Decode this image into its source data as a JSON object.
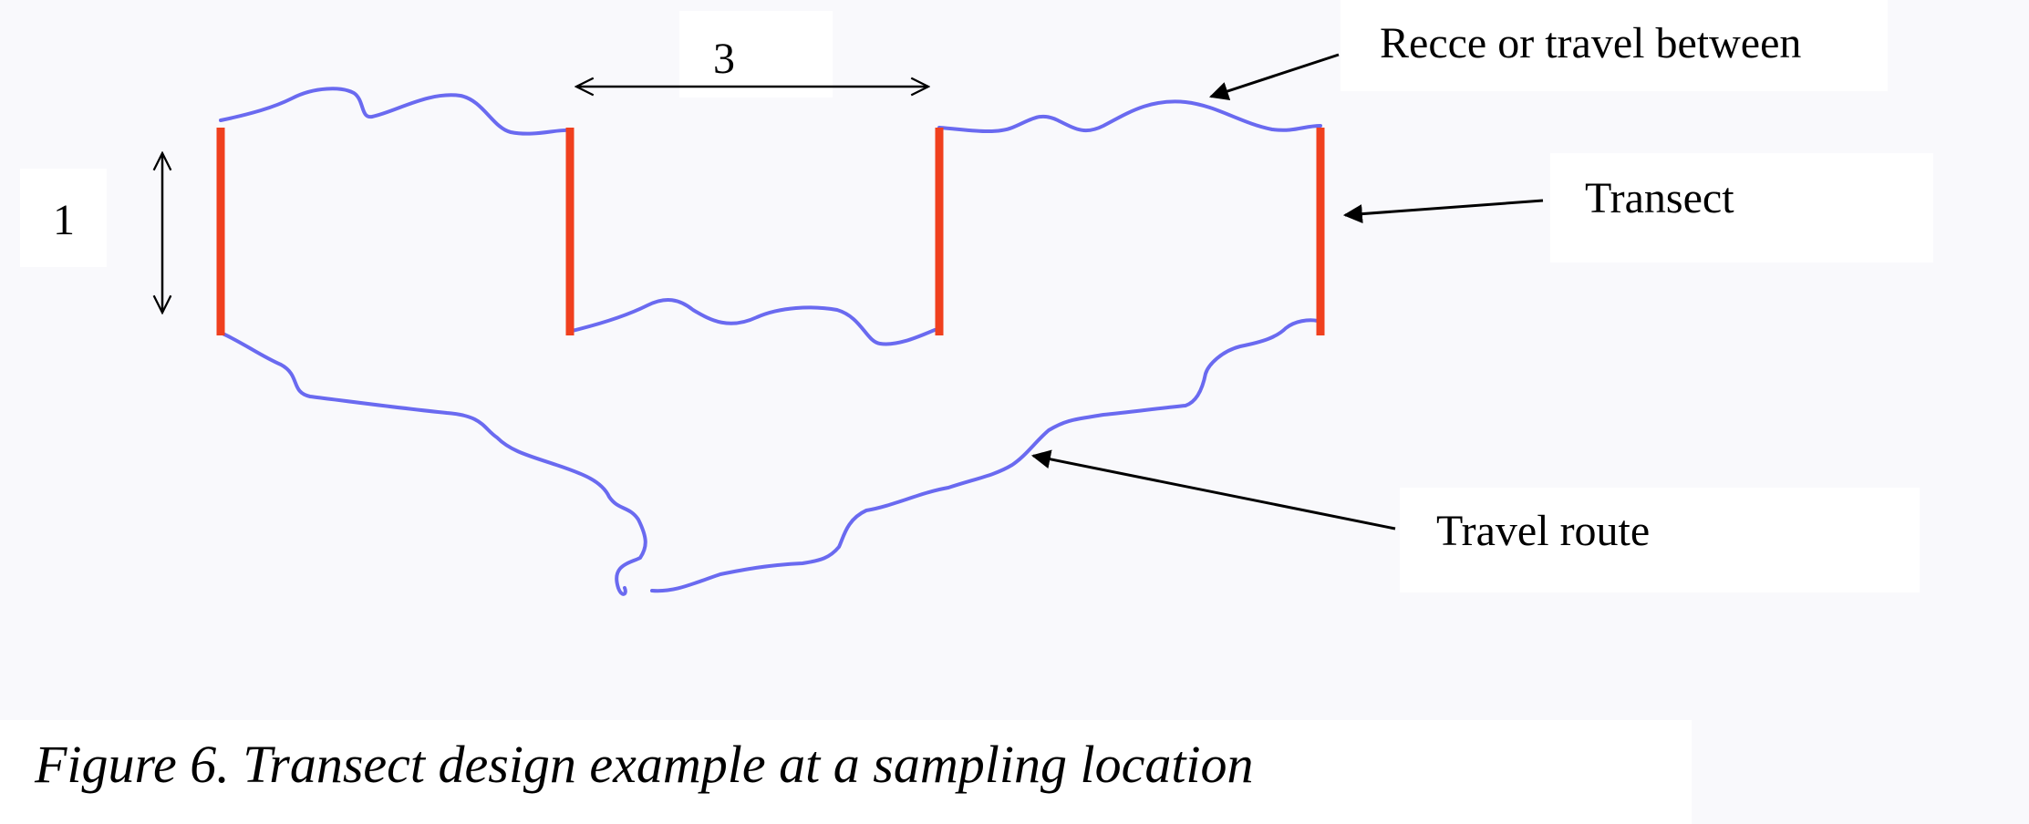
{
  "labels": {
    "recce": "Recce or travel between",
    "transect": "Transect",
    "travel_route": "Travel route",
    "dim_vertical": "1",
    "dim_horizontal": "3"
  },
  "caption": "Figure 6. Transect design example at a sampling location",
  "colors": {
    "transect": "#f0401e",
    "route": "#6a6af0",
    "arrow": "#000000",
    "background": "#f9f9fc",
    "label_box": "#ffffff"
  }
}
